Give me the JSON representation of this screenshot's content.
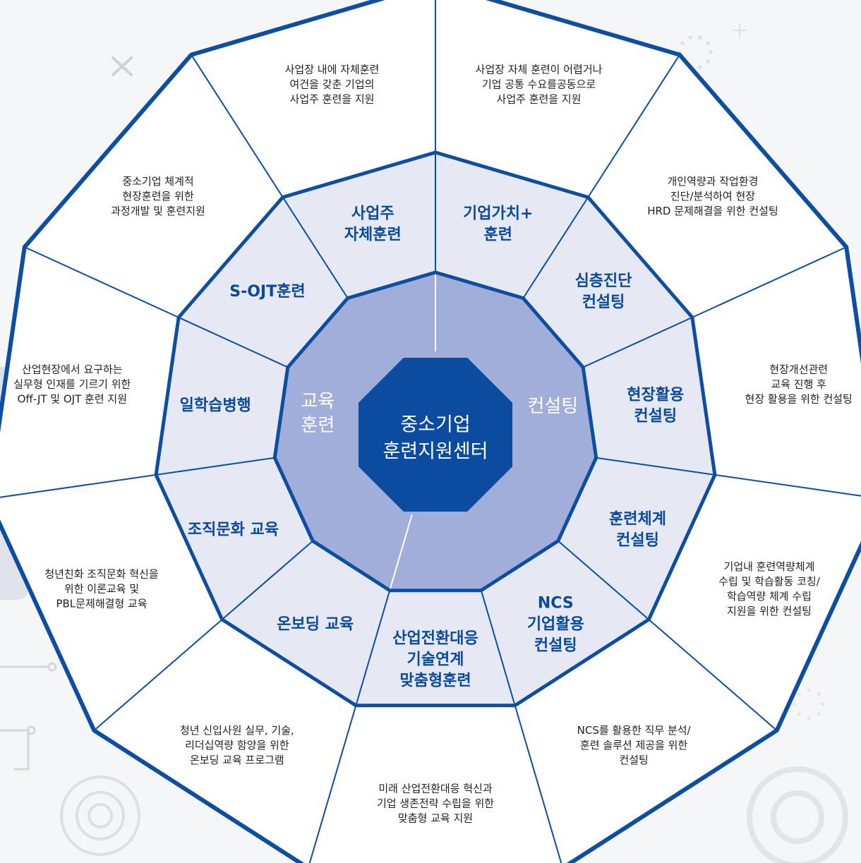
{
  "center": {
    "lines": [
      "중소기업",
      "훈련지원센터"
    ]
  },
  "categories": [
    {
      "id": "education",
      "lines": [
        "교육",
        "훈련"
      ]
    },
    {
      "id": "consulting",
      "lines": [
        "컨설팅"
      ]
    }
  ],
  "segments": [
    {
      "id": "value-plus",
      "middle": [
        "기업가치+",
        "훈련"
      ],
      "outer": [
        "사업장 자체 훈련이 어렵거나",
        "기업 공통 수요를공동으로",
        "사업주 훈련을 지원"
      ]
    },
    {
      "id": "deep-diagnosis",
      "middle": [
        "심층진단",
        "컨설팅"
      ],
      "outer": [
        "개인역량과 작업환경",
        "진단/분석하여 현장",
        "HRD 문제해결을 위한 컨설팅"
      ]
    },
    {
      "id": "field-use",
      "middle": [
        "현장활용",
        "컨설팅"
      ],
      "outer": [
        "현장개선관련",
        "교육 진행 후",
        "현장 활용을 위한 컨설팅"
      ]
    },
    {
      "id": "training-system",
      "middle": [
        "훈련체계",
        "컨설팅"
      ],
      "outer": [
        "기업내 훈련역량체계",
        "수립 및 학습활동 코칭/",
        "학습역량 체계 수립",
        "지원을 위한 컨설팅"
      ]
    },
    {
      "id": "ncs",
      "middle": [
        "NCS",
        "기업활용",
        "컨설팅"
      ],
      "outer": [
        "NCS를 활용한 직무 분석/",
        "훈련 솔루션 제공을 위한",
        "컨설팅"
      ]
    },
    {
      "id": "industry-transition",
      "middle": [
        "산업전환대응",
        "기술연계",
        "맞춤형훈련"
      ],
      "outer": [
        "미래 산업전환대응 혁신과",
        "기업 생존전략 수립을 위한",
        "맞춤형 교육 지원"
      ]
    },
    {
      "id": "onboarding",
      "middle": [
        "온보딩 교육"
      ],
      "outer": [
        "청년 신입사원 실무, 기술,",
        "리더십역량 함양을 위한",
        "온보딩 교육 프로그램"
      ]
    },
    {
      "id": "org-culture",
      "middle": [
        "조직문화 교육"
      ],
      "outer": [
        "청년친화 조직문화 혁신을",
        "위한 이론교육 및",
        "PBL문제해결형 교육"
      ]
    },
    {
      "id": "work-study",
      "middle": [
        "일학습병행"
      ],
      "outer": [
        "산업현장에서 요구하는",
        "실무형 인재를 기르기 위한",
        "Off-JT 및 OJT 훈련 지원"
      ]
    },
    {
      "id": "s-ojt",
      "middle": [
        "S-OJT훈련"
      ],
      "outer": [
        "중소기업 체계적",
        "현장훈련을 위한",
        "과정개발 및 훈련지원"
      ]
    },
    {
      "id": "employer-self",
      "middle": [
        "사업주",
        "자체훈련"
      ],
      "outer": [
        "사업장 내에 자체훈련",
        "여건을 갖춘 기업의",
        "사업주 훈련을 지원"
      ]
    }
  ],
  "colors": {
    "border": "#0d4ea1",
    "center": "#0b4ca0",
    "category_ring": "#a1aed9",
    "middle_ring": "#e6e8f4",
    "outer_ring": "#ffffff",
    "background": "#f5f6f8"
  }
}
